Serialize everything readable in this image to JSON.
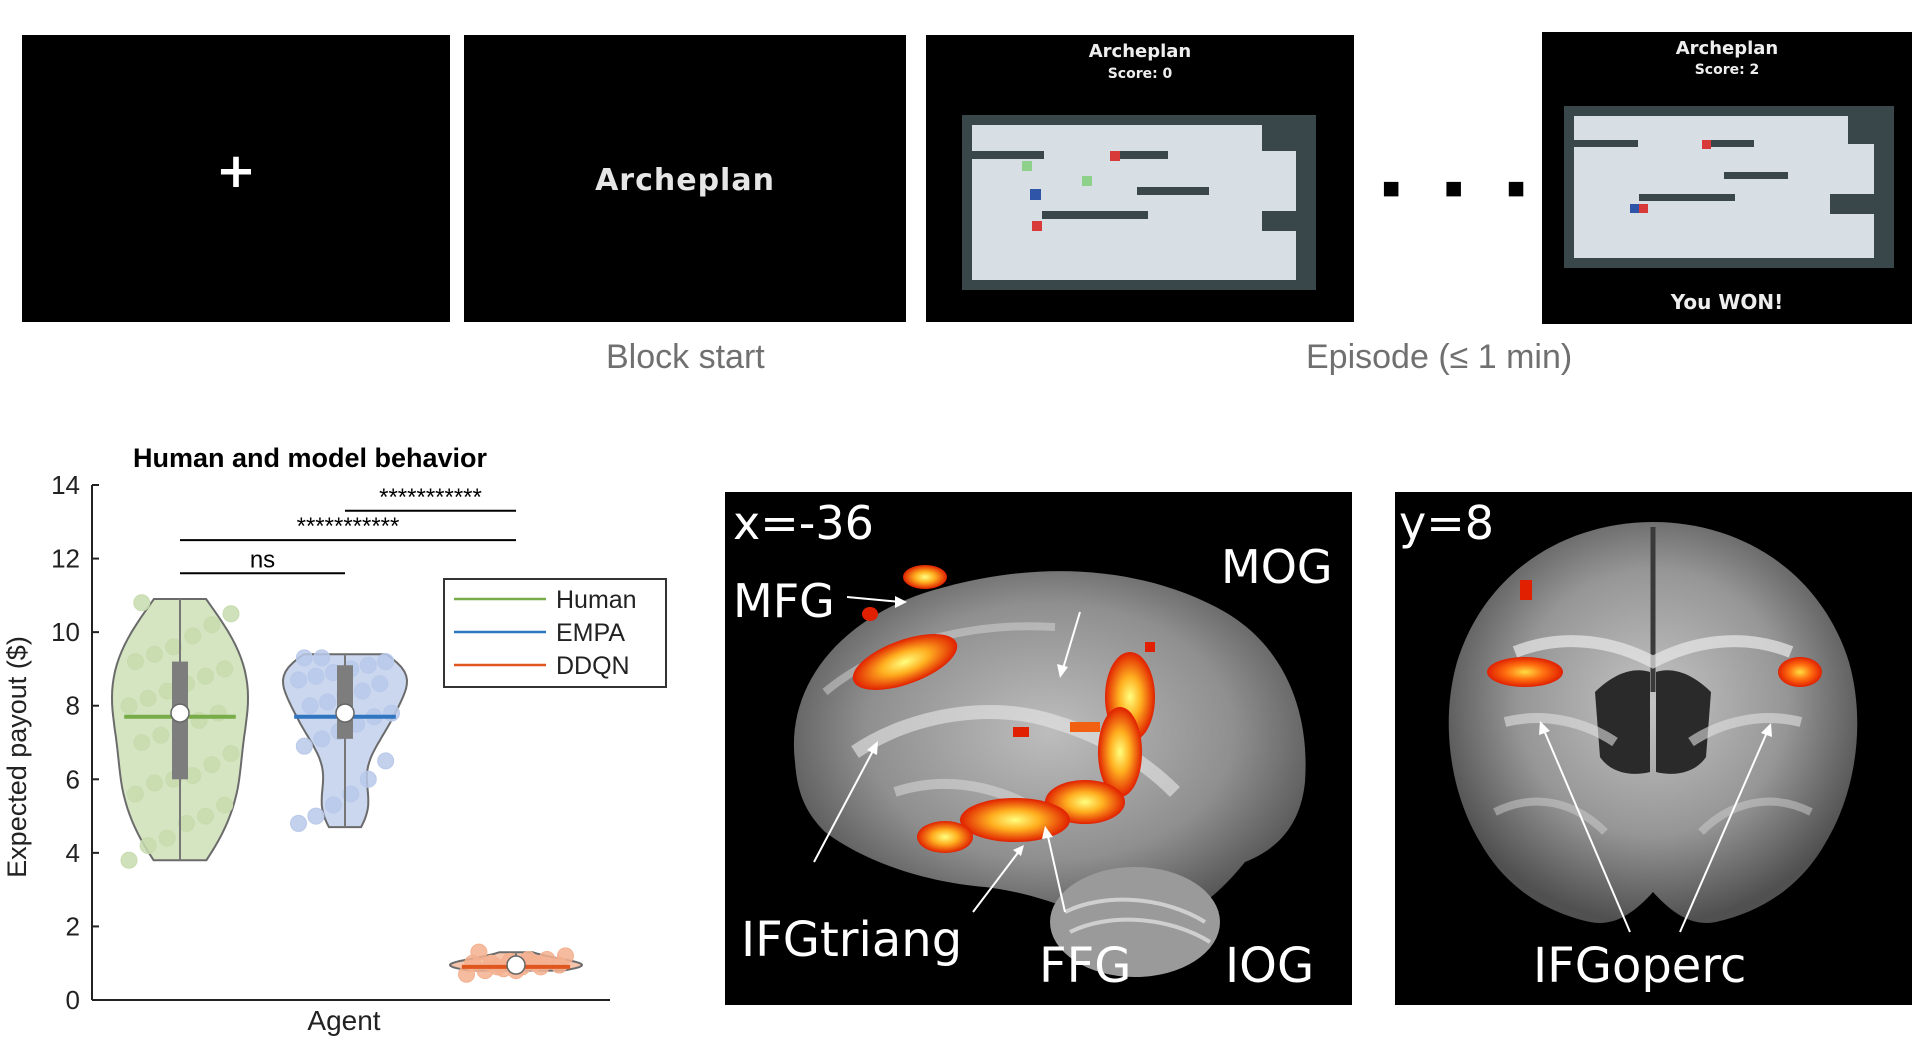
{
  "timeline": {
    "fixation_symbol": "+",
    "block_title": "Archeplan",
    "episode_frames": [
      {
        "title": "Archeplan",
        "score": "Score: 0"
      },
      {
        "title": "Archeplan",
        "score": "Score: 2",
        "message": "You WON!"
      }
    ],
    "ellipsis": "■ ■ ■",
    "captions": {
      "block_start": "Block start",
      "episode": "Episode (≤ 1 min)"
    }
  },
  "brain": {
    "sagittal": {
      "coord": "x=-36",
      "labels": {
        "mfg": "MFG",
        "mog": "MOG",
        "ifgtriang": "IFGtriang",
        "ffg": "FFG",
        "iog": "IOG"
      }
    },
    "coronal": {
      "coord": "y=8",
      "labels": {
        "ifgoperc": "IFGoperc"
      }
    }
  },
  "colors": {
    "human": "#77ac48",
    "empa": "#2f75c0",
    "ddqn": "#e0561f",
    "human_fill": "#c7dcae",
    "empa_fill": "#b9c9ea",
    "ddqn_fill": "#f3b08f"
  },
  "chart_data": {
    "type": "violin",
    "title": "Human and model behavior",
    "xlabel": "Agent",
    "ylabel": "Expected payout ($)",
    "ylim": [
      0,
      14
    ],
    "yticks": [
      0,
      2,
      4,
      6,
      8,
      10,
      12,
      14
    ],
    "legend_position": "right",
    "grid": false,
    "series": [
      {
        "name": "Human",
        "color": "#77ac48",
        "fill": "#c7dcae",
        "min": 3.8,
        "max": 10.9,
        "mean": 7.7,
        "median": 7.8,
        "q1": 6.0,
        "q3": 9.2,
        "points": [
          3.8,
          4.2,
          4.4,
          4.8,
          5.0,
          5.3,
          5.6,
          5.9,
          6.0,
          6.1,
          6.4,
          6.7,
          7.0,
          7.2,
          7.4,
          7.6,
          7.8,
          8.0,
          8.2,
          8.4,
          8.6,
          8.8,
          9.0,
          9.2,
          9.4,
          9.6,
          9.9,
          10.2,
          10.5,
          10.8
        ]
      },
      {
        "name": "EMPA",
        "color": "#2f75c0",
        "fill": "#b9c9ea",
        "min": 4.7,
        "max": 9.4,
        "mean": 7.7,
        "median": 7.8,
        "q1": 7.1,
        "q3": 9.1,
        "points": [
          4.8,
          5.0,
          5.3,
          5.6,
          6.0,
          6.5,
          6.9,
          7.1,
          7.3,
          7.5,
          7.7,
          7.8,
          8.0,
          8.1,
          8.3,
          8.4,
          8.6,
          8.7,
          8.8,
          8.9,
          9.0,
          9.1,
          9.2,
          9.3,
          9.3
        ]
      },
      {
        "name": "DDQN",
        "color": "#e0561f",
        "fill": "#f3b08f",
        "min": 0.8,
        "max": 1.3,
        "mean": 0.9,
        "median": 0.95,
        "q1": 0.85,
        "q3": 1.05,
        "points": [
          0.7,
          0.8,
          0.85,
          0.9,
          0.9,
          0.95,
          1.0,
          1.0,
          1.05,
          1.1,
          1.1,
          1.2,
          1.3,
          0.9,
          0.8,
          1.0
        ]
      }
    ],
    "comparisons": [
      {
        "from": "Human",
        "to": "EMPA",
        "label": "ns",
        "y": 11.6
      },
      {
        "from": "Human",
        "to": "DDQN",
        "label": "***********",
        "y": 12.5
      },
      {
        "from": "EMPA",
        "to": "DDQN",
        "label": "***********",
        "y": 13.3
      }
    ]
  }
}
